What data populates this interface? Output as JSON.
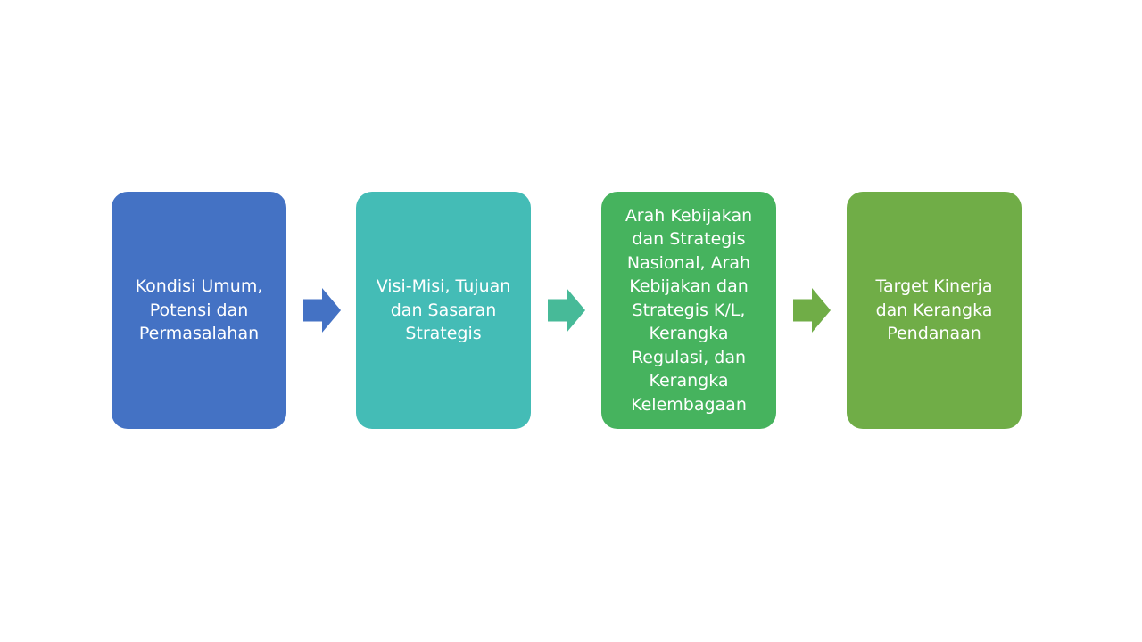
{
  "diagram": {
    "steps": [
      {
        "label": "Kondisi Umum,\nPotensi dan\nPermasalahan",
        "color": "#4472C4"
      },
      {
        "label": "Visi-Misi, Tujuan\ndan Sasaran\nStrategis",
        "color": "#44BCB6"
      },
      {
        "label": "Arah Kebijakan\ndan Strategis\nNasional, Arah\nKebijakan dan\nStrategis K/L,\nKerangka\nRegulasi, dan\nKerangka\nKelembagaan",
        "color": "#46B35E"
      },
      {
        "label": "Target Kinerja\ndan Kerangka\nPendanaan",
        "color": "#70AD47"
      }
    ],
    "arrows": [
      {
        "color": "#4472C4"
      },
      {
        "color": "#47BA98"
      },
      {
        "color": "#70AD47"
      }
    ]
  }
}
